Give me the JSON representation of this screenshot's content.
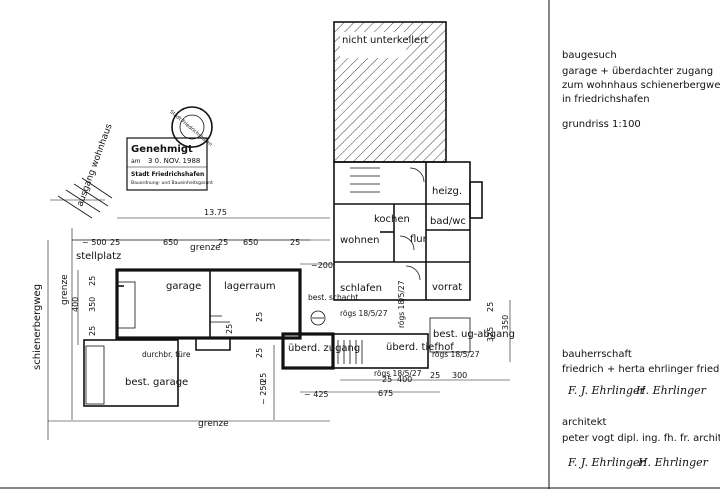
{
  "title_block": {
    "project_line1": "baugesuch",
    "project_line2": "garage + überdachter zugang",
    "project_line3": "zum wohnhaus schienerbergweg",
    "project_line4": "in friedrichshafen",
    "drawing": "grundriss  1:100",
    "owner_heading": "bauherrschaft",
    "owner_names": "friedrich + herta ehrlinger friedrich",
    "owner_sig1": "F. J. Ehrlinger",
    "owner_sig2": "H. Ehrlinger",
    "architect_heading": "architekt",
    "architect_name": "peter vogt dipl. ing. fh. fr. architekt",
    "architect_sig1": "F. J. Ehrlinger",
    "architect_sig2": "H. Ehrlinger"
  },
  "stamp": {
    "title": "Genehmigt",
    "date_prefix": "am",
    "date": "3 0. NOV. 1988",
    "authority": "Stadt Friedrichshafen",
    "department": "Bauordnung- und Baueinheitsgarant",
    "seal_text": "Stadt Friedrichshafen"
  },
  "labels": {
    "street": "schienerbergweg",
    "entrance": "ausgang wohnhaus",
    "border_left": "grenze",
    "border_bottom": "grenze",
    "border_top": "grenze",
    "parking": "stellplatz",
    "not_basement": "nicht unterkellert"
  },
  "rooms": {
    "garage": "garage",
    "storage": "lagerraum",
    "existing_garage": "best. garage",
    "door_label": "durchbr. türe",
    "shaft": "best. schacht",
    "covered_access": "überd. zugang",
    "covered_court": "überd. tiefhof",
    "existing_stairs": "best. ug-abgang",
    "heating": "heizg.",
    "kitchen": "kochen",
    "bath": "bad/wc",
    "living": "wohnen",
    "hall": "flur",
    "sleeping": "schlafen",
    "pantry": "vorrat"
  },
  "dimensions": {
    "total_top": "13.75",
    "seg_1": "~ 500",
    "seg_2": "25",
    "seg_3": "650",
    "seg_4": "25",
    "seg_5": "650",
    "seg_6": "25",
    "right_200": "~200",
    "left_400": "400",
    "left_350": "350",
    "left_25a": "25",
    "left_25b": "25",
    "mid_25": "25",
    "mid_25b": "25",
    "v_250": "~ 250",
    "v_25": "25",
    "h_425": "~ 425",
    "h_675": "675",
    "h_25a": "25",
    "h_400": "400",
    "h_25b": "25",
    "h_300": "300",
    "r_325": "325",
    "r_350": "350",
    "r_25": "25",
    "note_1": "rögs 18/5/27",
    "note_2": "rögs 18/5/27",
    "note_3": "rögs 18/5/27",
    "note_4": "rögs 18/5/27",
    "stamp_25": "25"
  }
}
